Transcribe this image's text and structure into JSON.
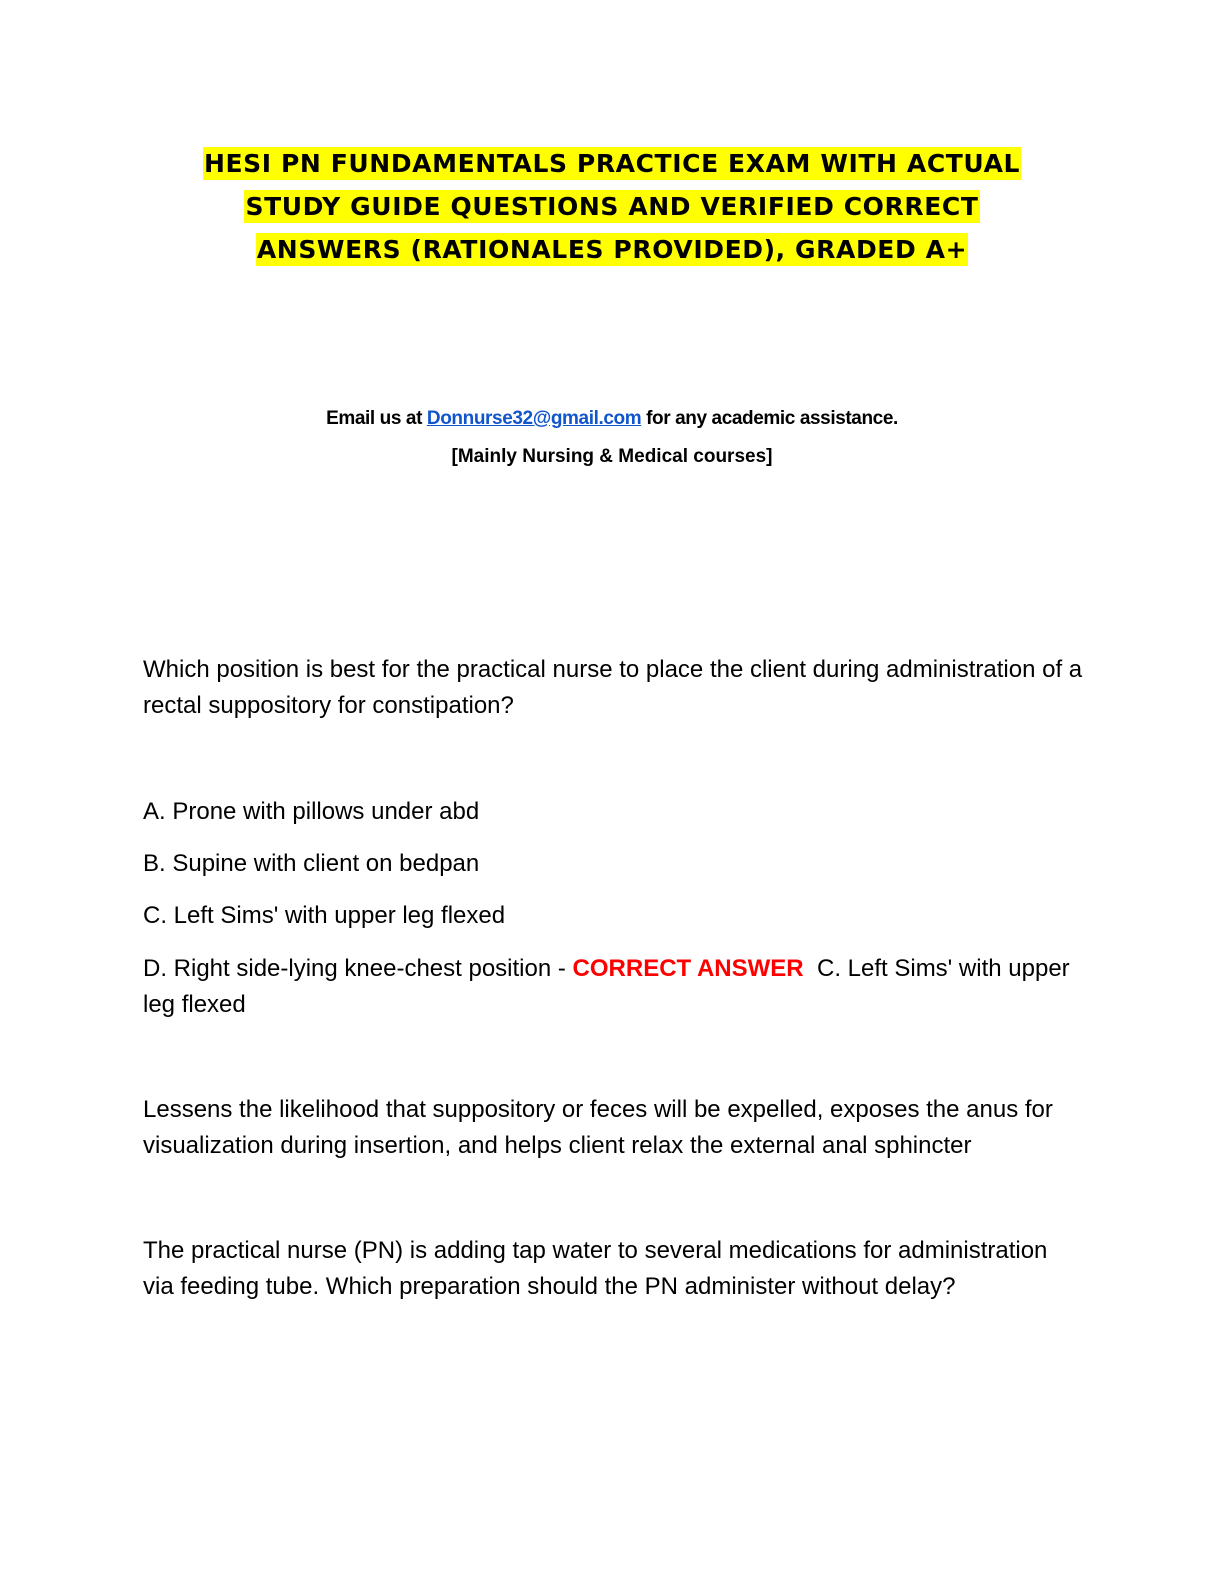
{
  "title": {
    "lines": [
      "HESI PN FUNDAMENTALS PRACTICE EXAM WITH ACTUAL",
      "STUDY GUIDE QUESTIONS AND VERIFIED CORRECT",
      "ANSWERS (RATIONALES PROVIDED), GRADED A+"
    ],
    "highlight_color": "#ffff00"
  },
  "contact": {
    "prefix": "Email us at",
    "email": "Donnurse32@gmail.com",
    "suffix": "for any academic assistance.",
    "note": "[Mainly Nursing & Medical courses]",
    "link_color": "#1155cc"
  },
  "question1": {
    "text": "Which position is best for the practical nurse to place the client during administration of a rectal suppository for constipation?",
    "options": [
      "A. Prone with pillows under abd",
      "B. Supine with client on bedpan",
      "C. Left Sims' with upper leg flexed",
      "D. Right side-lying knee-chest position -"
    ],
    "correct_label": "CORRECT ANSWER",
    "correct_answer": "C. Left Sims' with upper leg flexed",
    "correct_color": "#ff0000",
    "rationale": "Lessens the likelihood that suppository or feces will be expelled, exposes the anus for visualization during insertion, and helps client relax the external anal sphincter"
  },
  "question2": {
    "text": "The practical nurse (PN) is adding tap water to several medications for administration via feeding tube. Which preparation should the PN administer without delay?"
  }
}
